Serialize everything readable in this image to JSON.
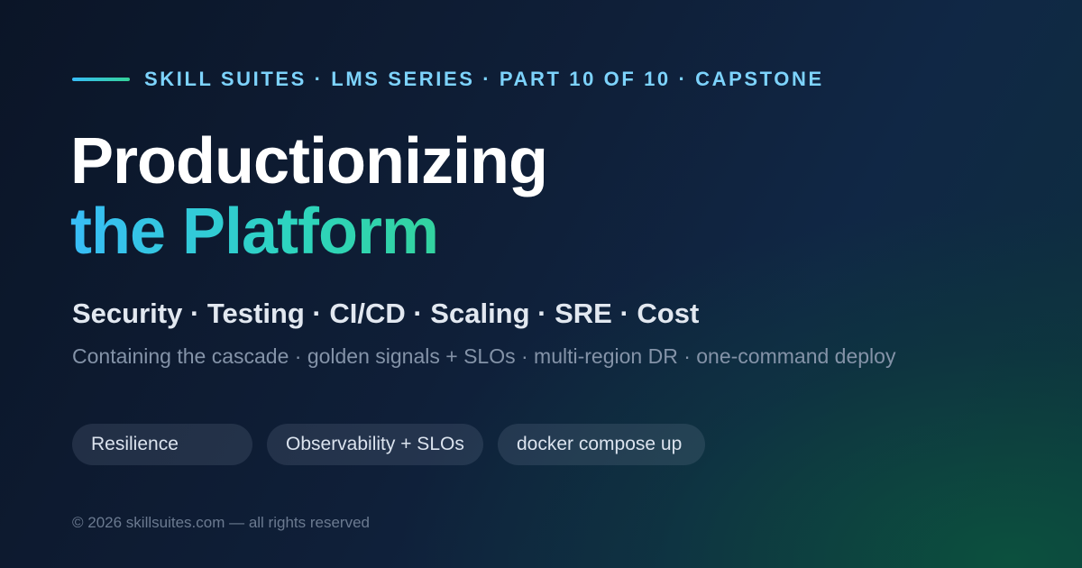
{
  "eyebrow": {
    "text": "SKILL SUITES · LMS SERIES · PART 10 OF 10 · CAPSTONE",
    "accent_gradient": [
      "#38bdf8",
      "#34d399"
    ]
  },
  "title": {
    "line1": "Productionizing",
    "line2": "the Platform"
  },
  "topics": "Security · Testing · CI/CD · Scaling · SRE · Cost",
  "subtitle": "Containing the cascade · golden signals + SLOs · multi-region DR · one-command deploy",
  "pills": [
    {
      "label": "Resilience"
    },
    {
      "label": "Observability + SLOs"
    },
    {
      "label": "docker compose up"
    }
  ],
  "footer": "© 2026 skillsuites.com — all rights reserved",
  "colors": {
    "background": "#0f1f38",
    "eyebrow_text": "#7dd3fc",
    "title": "#ffffff",
    "title_accent_start": "#38bdf8",
    "title_accent_end": "#34d399",
    "topics": "#e2e8f0",
    "subtitle": "#8493a8",
    "footer": "#6b7a90"
  }
}
